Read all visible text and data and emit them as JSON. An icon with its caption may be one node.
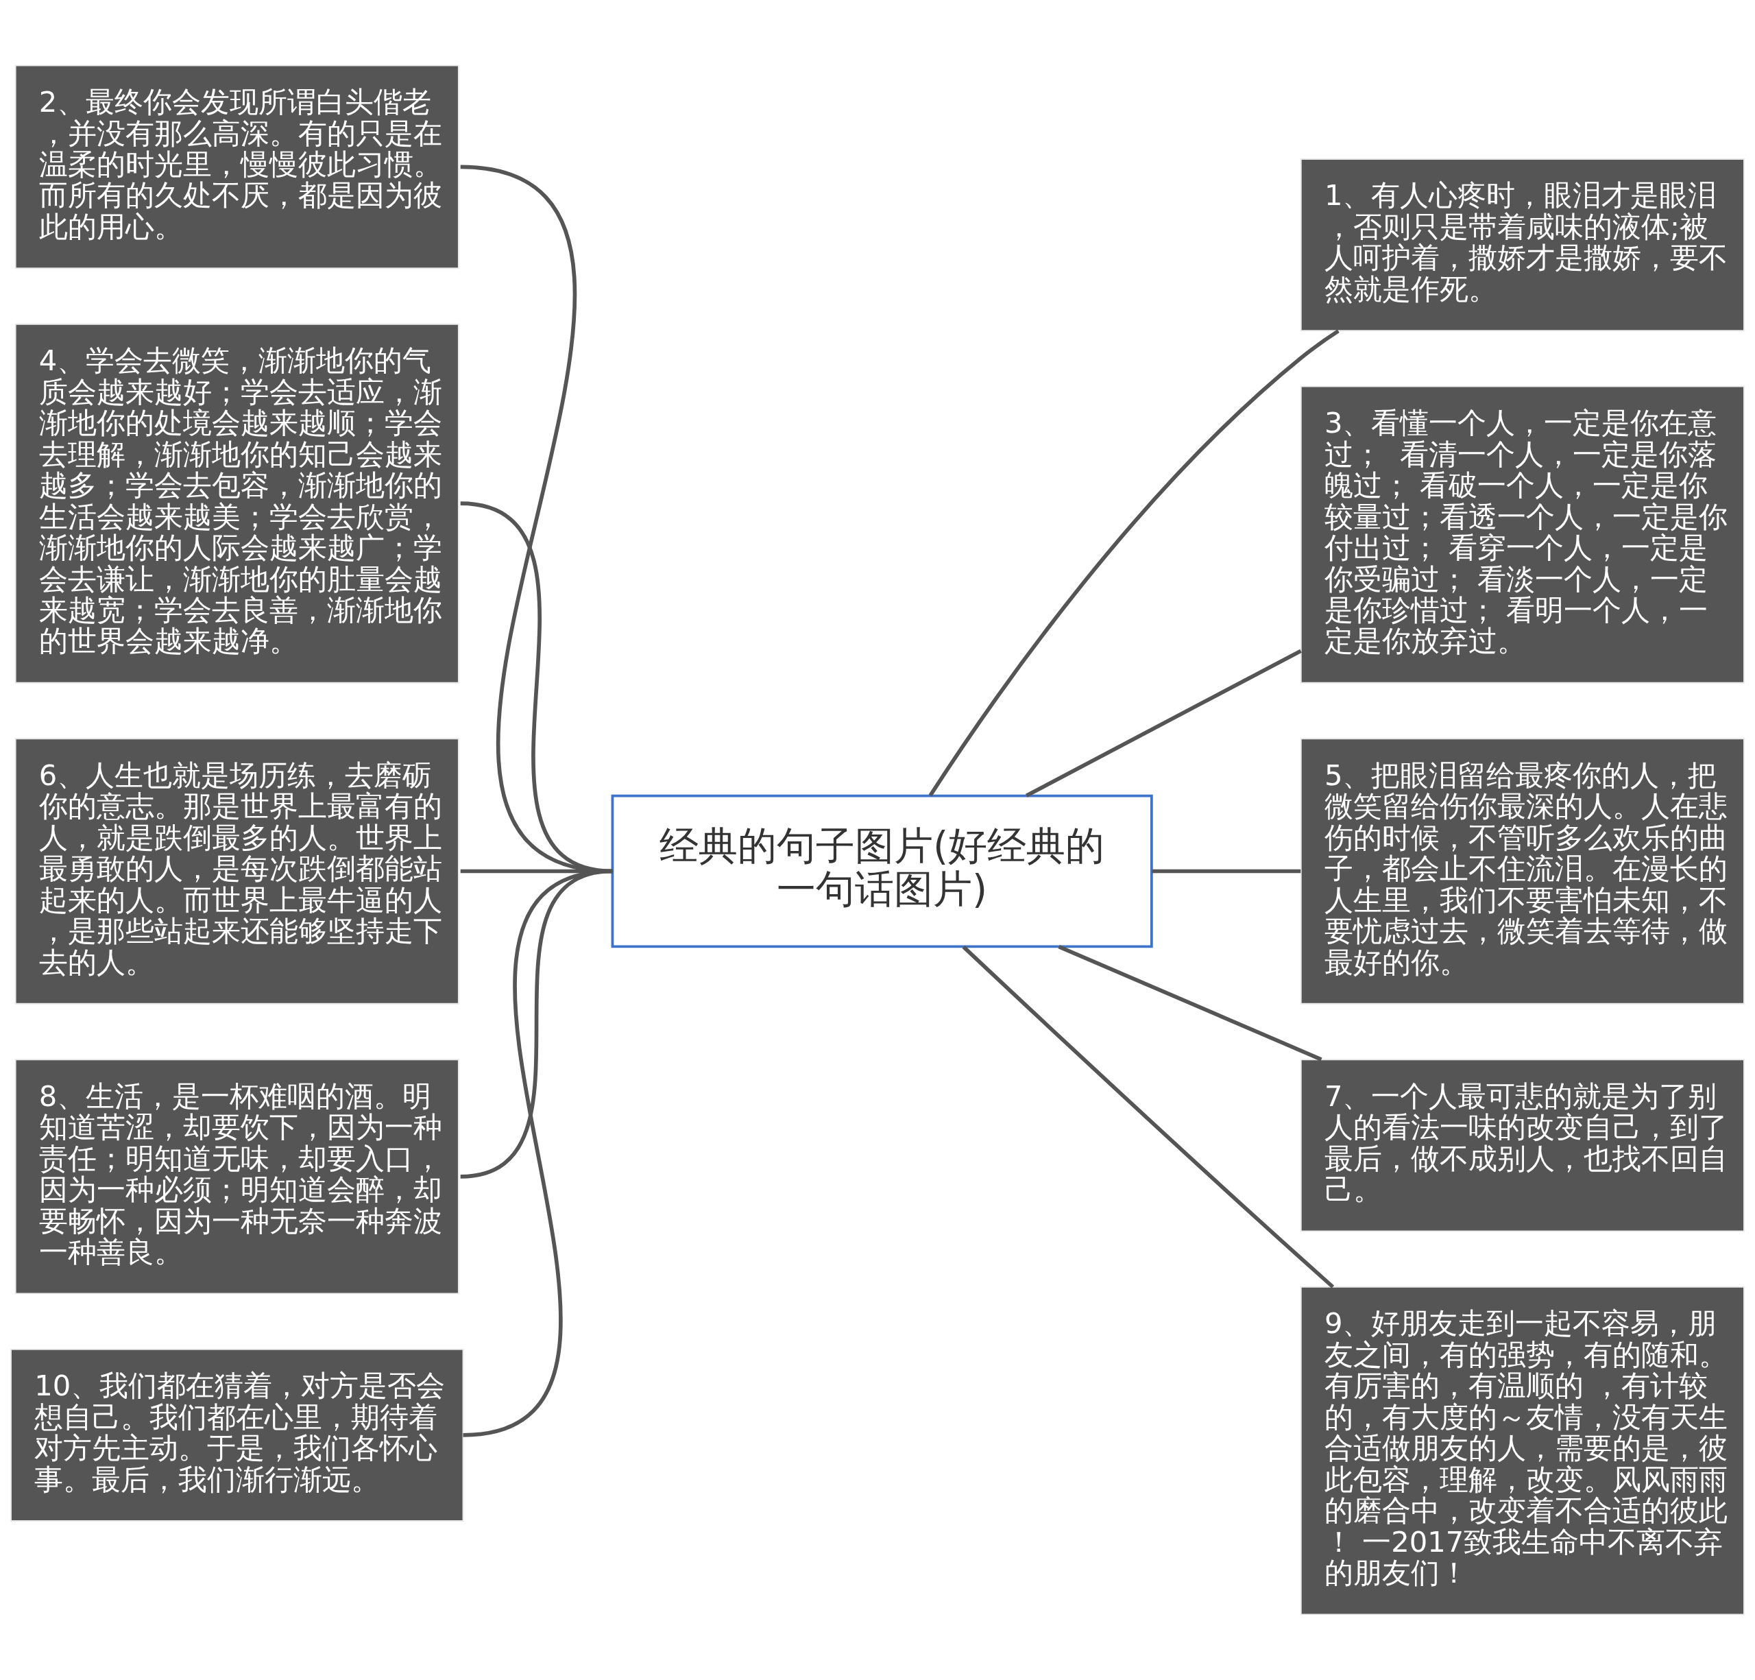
{
  "diagram": {
    "nodes": [
      {
        "text": [
          "经典的句子图片(好经典的一句话图片)"
        ]
      },
      {
        "text": [
          "1、有人心疼时，眼泪才是眼泪，否则只是带着咸味的液体;被人呵护着，撒娇才是撒娇，要不然就是作死。"
        ]
      },
      {
        "text": [
          "2、最终你会发现所谓白头偕老，并没有那么高深。有的只是在温柔的时光里，慢慢彼此习惯。而所有的久处不厌，都是因为彼此的用心。"
        ]
      },
      {
        "text": [
          "3、看懂一个人，一定是你在意过；  看清一个人，一定是你落魄过； 看破一个人，一定是你较量过；看透一个人，一定是你付出过； 看穿一个人，一定是你受骗过； 看淡一个人，一定是你珍惜过； 看明一个人，一定是你放弃过。"
        ]
      },
      {
        "text": [
          "4、学会去微笑，渐渐地你的气质会越来越好；学会去适应，渐渐地你的处境会越来越顺；学会去理解，渐渐地你的知己会越来越多；学会去包容，渐渐地你的生活会越来越美；学会去欣赏，渐渐地你的人际会越来越广；学会去谦让，渐渐地你的肚量会越来越宽；学会去良善，渐渐地你的世界会越来越净。"
        ]
      },
      {
        "text": [
          "5、把眼泪留给最疼你的人，把微笑留给伤你最深的人。人在悲伤的时候，不管听多么欢乐的曲子，都会止不住流泪。在漫长的人生里，我们不要害怕未知，不要忧虑过去，微笑着去等待，做最好的你。"
        ]
      },
      {
        "text": [
          "6、人生也就是场历练，去磨砺你的意志。那是世界上最富有的人，就是跌倒最多的人。世界上最勇敢的人，是每次跌倒都能站起来的人。而世界上最牛逼的人，是那些站起来还能够坚持走下去的人。"
        ]
      },
      {
        "text": [
          "7、一个人最可悲的就是为了别人的看法一味的改变自己，到了最后，做不成别人，也找不回自己。"
        ]
      },
      {
        "text": [
          "8、生活，是一杯难咽的酒。明知道苦涩，却要饮下，因为一种责任；明知道无味，却要入口，因为一种必须；明知道会醉，却要畅怀，因为一种无奈一种奔波一种善良。"
        ]
      },
      {
        "text": [
          "9、好朋友走到一起不容易，朋友之间，有的强势，有的随和。有厉害的，有温顺的 ，有计较的，有大度的～友情，没有天生合适做朋友的人，需要的是，彼此包容，理解，改变。风风雨雨的磨合中，改变着不合适的彼此！ 一2017致我生命中不离不弃的朋友们！"
        ]
      },
      {
        "text": [
          "10、我们都在猜着，对方是否会想自己。我们都在心里，期待着对方先主动。于是，我们各怀心事。最后，我们渐行渐远。"
        ]
      }
    ],
    "edges": [
      {
        "from": 0,
        "to": 1,
        "arrow": "none"
      },
      {
        "from": 0,
        "to": 2,
        "arrow": "none"
      },
      {
        "from": 0,
        "to": 3,
        "arrow": "none"
      },
      {
        "from": 0,
        "to": 4,
        "arrow": "none"
      },
      {
        "from": 0,
        "to": 5,
        "arrow": "none"
      },
      {
        "from": 0,
        "to": 6,
        "arrow": "none"
      },
      {
        "from": 0,
        "to": 7,
        "arrow": "none"
      },
      {
        "from": 0,
        "to": 8,
        "arrow": "none"
      },
      {
        "from": 0,
        "to": 9,
        "arrow": "none"
      },
      {
        "from": 0,
        "to": 10,
        "arrow": "none"
      }
    ]
  }
}
